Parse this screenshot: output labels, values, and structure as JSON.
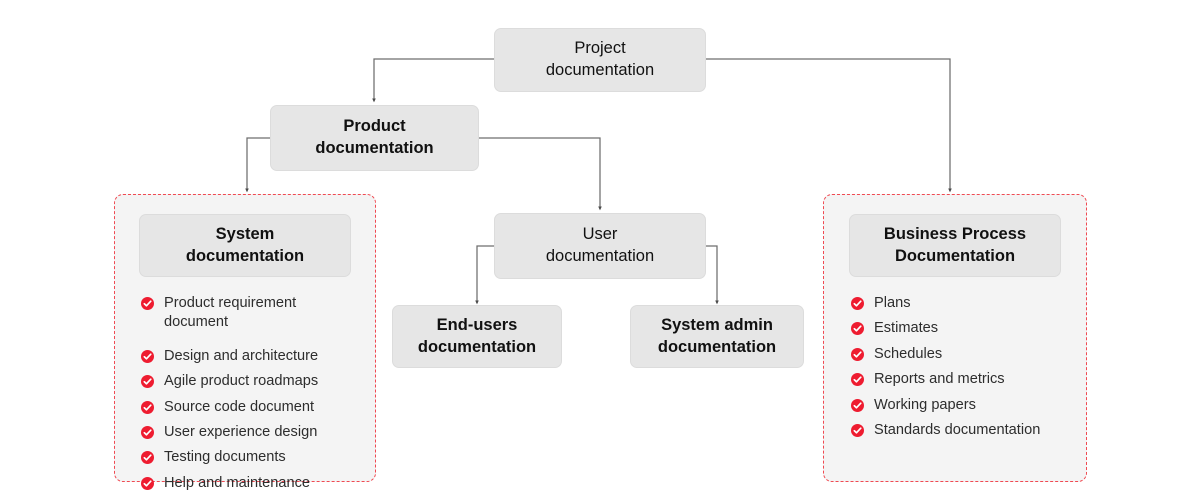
{
  "diagram": {
    "title": "Project documentation hierarchy",
    "accent_red": "#ee1c30",
    "panel_border_red": "#f04a52",
    "node_fill": "#e6e6e6",
    "panel_fill": "#f4f4f4",
    "connector_color": "#6e6e6e",
    "background": "#ffffff"
  },
  "nodes": {
    "project": {
      "label": "Project\ndocumentation"
    },
    "product": {
      "label": "Product\ndocumentation"
    },
    "system": {
      "label": "System\ndocumentation"
    },
    "user": {
      "label": "User\ndocumentation"
    },
    "end_users": {
      "label": "End-users\ndocumentation"
    },
    "system_admin": {
      "label": "System admin\ndocumentation"
    },
    "business_process": {
      "label": "Business Process\nDocumentation"
    }
  },
  "groups": {
    "system_group": {
      "heading_ref": "System documentation",
      "items": [
        {
          "text": "Product requirement document",
          "icon": "check-circle-icon",
          "gap_after": true
        },
        {
          "text": "Design and architecture",
          "icon": "check-circle-icon",
          "gap_after": false
        },
        {
          "text": "Agile product roadmaps",
          "icon": "check-circle-icon",
          "gap_after": false
        },
        {
          "text": "Source code document",
          "icon": "check-circle-icon",
          "gap_after": false
        },
        {
          "text": "User experience design",
          "icon": "check-circle-icon",
          "gap_after": false
        },
        {
          "text": "Testing documents",
          "icon": "check-circle-icon",
          "gap_after": false
        },
        {
          "text": "Help and maintenance",
          "icon": "check-circle-icon",
          "gap_after": false
        }
      ]
    },
    "business_group": {
      "heading_ref": "Business Process Documentation",
      "items": [
        {
          "text": "Plans",
          "icon": "check-circle-icon",
          "gap_after": false
        },
        {
          "text": "Estimates",
          "icon": "check-circle-icon",
          "gap_after": false
        },
        {
          "text": "Schedules",
          "icon": "check-circle-icon",
          "gap_after": false
        },
        {
          "text": "Reports and metrics",
          "icon": "check-circle-icon",
          "gap_after": false
        },
        {
          "text": "Working papers",
          "icon": "check-circle-icon",
          "gap_after": false
        },
        {
          "text": "Standards documentation",
          "icon": "check-circle-icon",
          "gap_after": false
        }
      ]
    }
  },
  "connectors": [
    {
      "from": "project",
      "to": "product"
    },
    {
      "from": "project",
      "to": "business_process_group"
    },
    {
      "from": "product",
      "to": "system_group"
    },
    {
      "from": "product",
      "to": "user"
    },
    {
      "from": "user",
      "to": "end_users"
    },
    {
      "from": "user",
      "to": "system_admin"
    }
  ]
}
